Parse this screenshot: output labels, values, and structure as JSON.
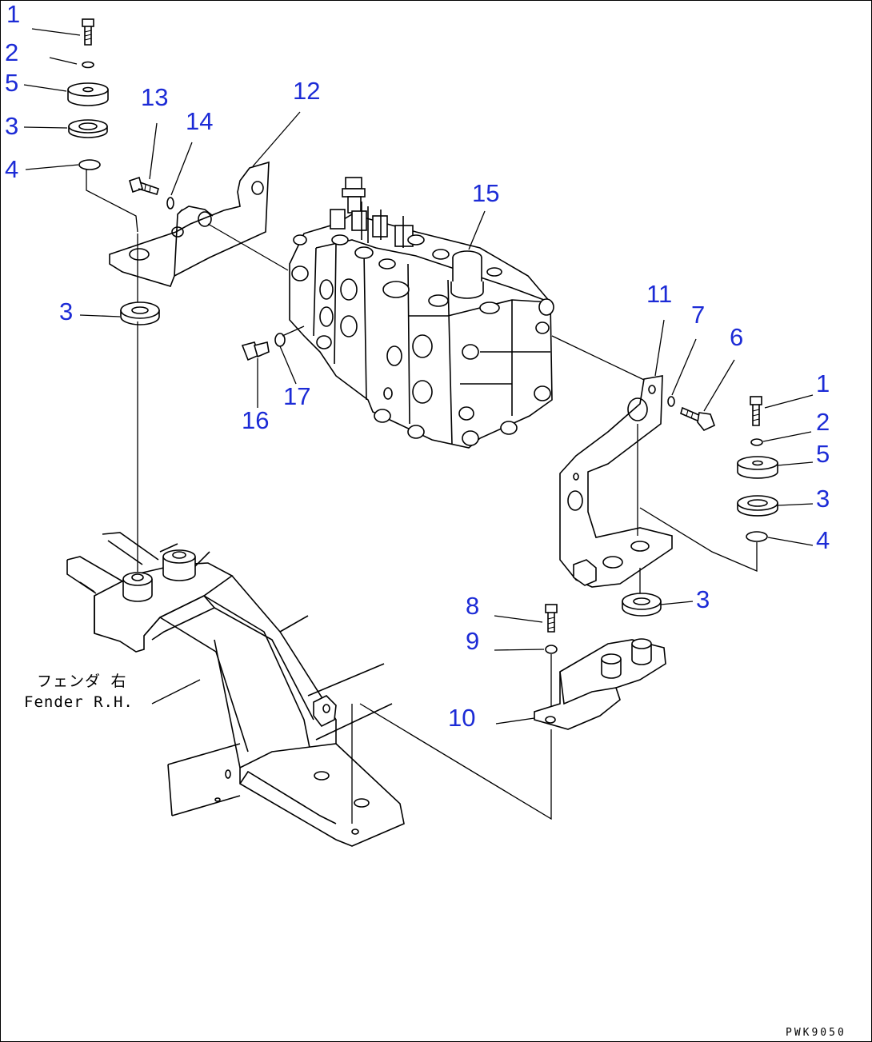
{
  "callouts": {
    "c1_top": "1",
    "c2_top": "2",
    "c5_top": "5",
    "c3_top": "3",
    "c4_top": "4",
    "c13": "13",
    "c14": "14",
    "c12": "12",
    "c15": "15",
    "c3_left": "3",
    "c16": "16",
    "c17": "17",
    "c11": "11",
    "c7": "7",
    "c6": "6",
    "c1_right": "1",
    "c2_right": "2",
    "c5_right": "5",
    "c3_right": "3",
    "c4_right": "4",
    "c3_lower": "3",
    "c8": "8",
    "c9": "9",
    "c10": "10"
  },
  "note": {
    "japanese": "フェンダ 右",
    "english": "Fender R.H."
  },
  "drawing_code": "PWK9050",
  "colors": {
    "callout": "#1c2bd6",
    "line": "#000000",
    "background": "#ffffff"
  }
}
